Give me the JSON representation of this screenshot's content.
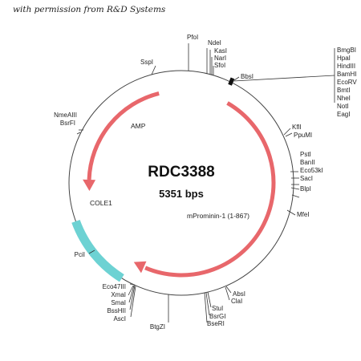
{
  "permission_note": "with permission from R&D Systems",
  "plasmid": {
    "name": "RDC3388",
    "size": "5351 bps"
  },
  "features": {
    "amp": {
      "label": "AMP",
      "color": "#e8676b"
    },
    "cole1": {
      "label": "COLE1",
      "color": "#6dd2d3"
    },
    "insert": {
      "label": "mProminin-1 (1-867)",
      "color": "#e8676b"
    }
  },
  "sites": {
    "pfoi": "PfoI",
    "ndei": "NdeI",
    "kasi": "KasI",
    "nari": "NarI",
    "sfoi": "SfoI",
    "sspi": "SspI",
    "bbsi": "BbsI",
    "mcs": [
      "BmgBI",
      "HpaI",
      "HindIII",
      "BamHI",
      "EcoRV",
      "BmtI",
      "NheI",
      "NotI",
      "EagI"
    ],
    "nmeaiii": "NmeAIII",
    "bsrfi": "BsrFI",
    "kfli": "KflI",
    "ppumi": "PpuMI",
    "psti": "PstI",
    "banii": "BanII",
    "eco53ki": "Eco53kI",
    "saci": "SacI",
    "blpi": "BlpI",
    "mfei": "MfeI",
    "pcii": "PciI",
    "eco47iii": "Eco47III",
    "xmai": "XmaI",
    "smai": "SmaI",
    "bsshii": "BssHII",
    "asci": "AscI",
    "btgzi": "BtgZI",
    "absi": "AbsI",
    "clai": "ClaI",
    "stui": "StuI",
    "bsrgi": "BsrGI",
    "bseri": "BseRI"
  }
}
